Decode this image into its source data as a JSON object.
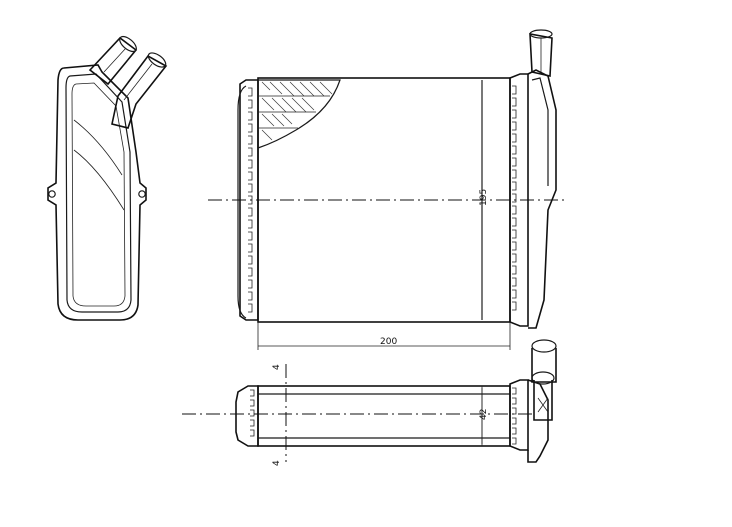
{
  "dimensions": {
    "height_label": "195",
    "width_label": "200",
    "depth_label": "42",
    "port_mark_top": "4",
    "port_mark_bottom": "4"
  }
}
